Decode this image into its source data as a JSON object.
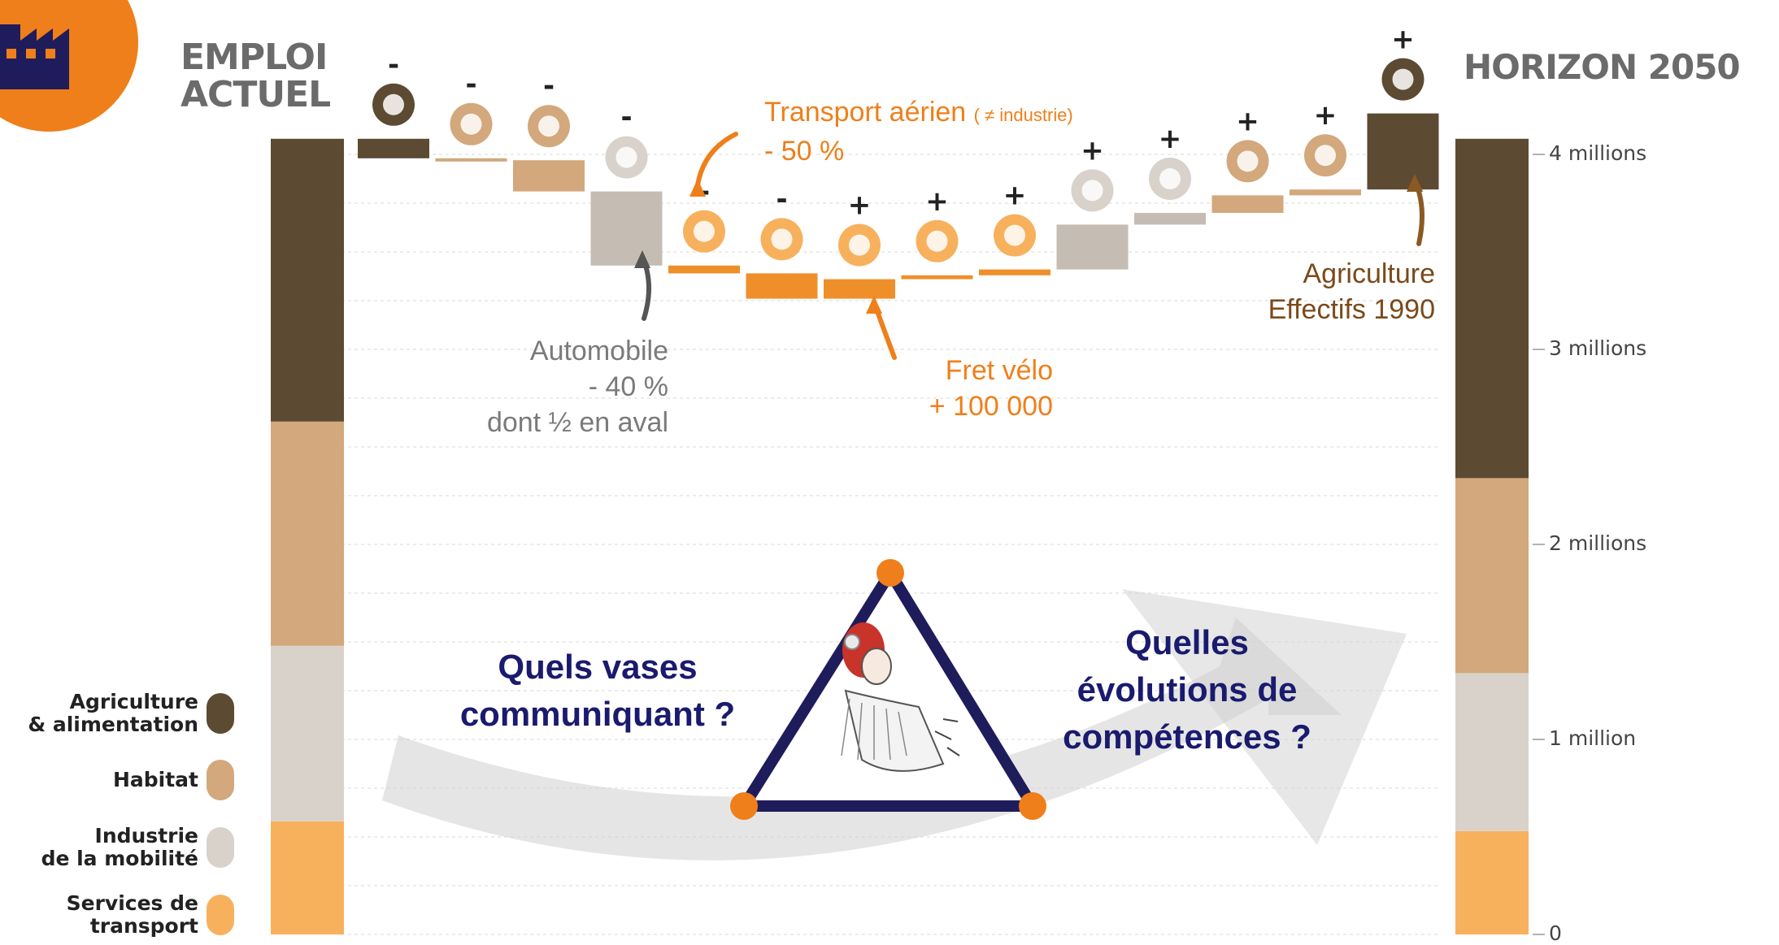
{
  "headers": {
    "left": [
      "EMPLOI",
      "ACTUEL"
    ],
    "right": "HORIZON 2050"
  },
  "colors": {
    "agriculture": "#5c4a33",
    "habitat": "#d2a87c",
    "industrie": "#d8d2cb",
    "services": "#f7b15d",
    "orange": "#ef7f1a",
    "navy": "#1f1c5c",
    "gray_text": "#7a7a7a"
  },
  "legend": [
    {
      "lines": [
        "Agriculture",
        "& alimentation"
      ],
      "color": "#5c4a33"
    },
    {
      "lines": [
        "Habitat"
      ],
      "color": "#d2a87c"
    },
    {
      "lines": [
        "Industrie",
        "de la mobilité"
      ],
      "color": "#d8d2cb"
    },
    {
      "lines": [
        "Services de",
        "transport"
      ],
      "color": "#f7b15d"
    }
  ],
  "annotations": {
    "aerien": [
      "Transport aérien",
      "( ≠ industrie)",
      "- 50 %"
    ],
    "automobile": [
      "Automobile",
      "- 40 %",
      "dont ½ en aval"
    ],
    "fret": [
      "Fret vélo",
      "+ 100 000"
    ],
    "agriculture": [
      "Agriculture",
      "Effectifs 1990"
    ]
  },
  "questions": {
    "left": [
      "Quels vases",
      "communiquant ?"
    ],
    "right": [
      "Quelles",
      "évolutions de",
      "compétences ?"
    ]
  },
  "chart_data": {
    "type": "waterfall",
    "y_unit": "emplois",
    "ylim": [
      0,
      4200000
    ],
    "yticks": [
      {
        "value": 0,
        "label": "0"
      },
      {
        "value": 1000000,
        "label": "1 million"
      },
      {
        "value": 2000000,
        "label": "2 millions"
      },
      {
        "value": 3000000,
        "label": "3 millions"
      },
      {
        "value": 4000000,
        "label": "4 millions"
      }
    ],
    "initial": [
      {
        "category": "Services de transport",
        "value": 580000
      },
      {
        "category": "Industrie de la mobilité",
        "value": 900000
      },
      {
        "category": "Habitat",
        "value": 1150000
      },
      {
        "category": "Agriculture & alimentation",
        "value": 1450000
      }
    ],
    "steps": [
      {
        "sign": "-",
        "icon": "wheat-icon",
        "category": "Agriculture & alimentation",
        "delta": -100000
      },
      {
        "sign": "-",
        "icon": "mine-cart-icon",
        "category": "Habitat",
        "delta": -10000
      },
      {
        "sign": "-",
        "icon": "house-icon",
        "category": "Habitat",
        "delta": -160000
      },
      {
        "sign": "-",
        "icon": "car-icon",
        "category": "Industrie de la mobilité",
        "delta": -380000
      },
      {
        "sign": "-",
        "icon": "plane-icon",
        "category": "Services de transport",
        "delta": -40000
      },
      {
        "sign": "-",
        "icon": "truck-icon",
        "category": "Services de transport",
        "delta": -130000
      },
      {
        "sign": "+",
        "icon": "bicycle-icon",
        "category": "Services de transport",
        "delta": 100000
      },
      {
        "sign": "+",
        "icon": "bus-icon",
        "category": "Services de transport",
        "delta": 20000
      },
      {
        "sign": "+",
        "icon": "train-icon",
        "category": "Services de transport",
        "delta": 30000
      },
      {
        "sign": "+",
        "icon": "bicycle-icon",
        "category": "Industrie de la mobilité",
        "delta": 230000
      },
      {
        "sign": "+",
        "icon": "lightning-icon",
        "category": "Industrie de la mobilité",
        "delta": 60000
      },
      {
        "sign": "+",
        "icon": "house-icon",
        "category": "Habitat",
        "delta": 90000
      },
      {
        "sign": "+",
        "icon": "tree-icon",
        "category": "Habitat",
        "delta": 30000
      },
      {
        "sign": "+",
        "icon": "wheat-icon",
        "category": "Agriculture & alimentation",
        "delta": 390000
      }
    ],
    "final": [
      {
        "category": "Services de transport",
        "value": 530000
      },
      {
        "category": "Industrie de la mobilité",
        "value": 810000
      },
      {
        "category": "Habitat",
        "value": 1000000
      },
      {
        "category": "Agriculture & alimentation",
        "value": 1740000
      }
    ]
  }
}
